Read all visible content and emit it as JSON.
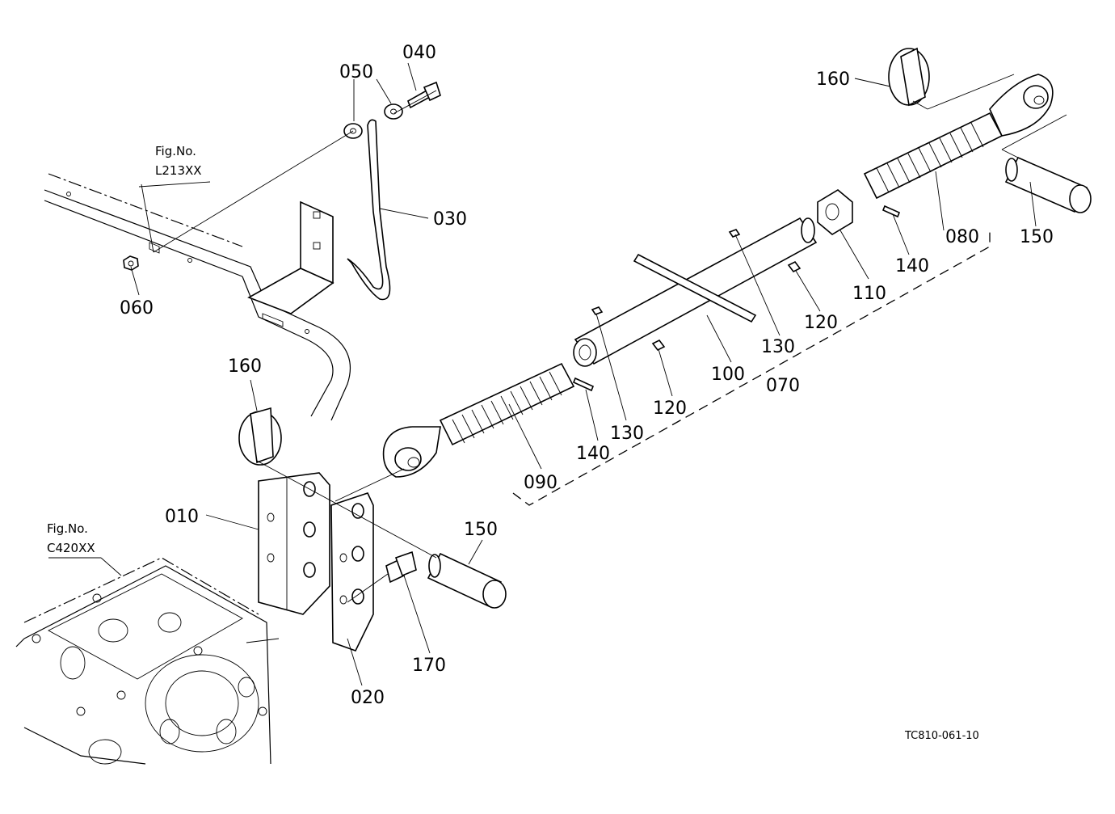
{
  "drawing_code": "TC810-061-10",
  "figure_refs": [
    {
      "id": "fig-l213",
      "line1": "Fig.No.",
      "line2": "L213XX"
    },
    {
      "id": "fig-c420",
      "line1": "Fig.No.",
      "line2": "C420XX"
    }
  ],
  "callouts": {
    "c010": "010",
    "c020": "020",
    "c030": "030",
    "c040": "040",
    "c050": "050",
    "c060": "060",
    "c070": "070",
    "c080": "080",
    "c090": "090",
    "c100": "100",
    "c110": "110",
    "c120a": "120",
    "c120b": "120",
    "c130a": "130",
    "c130b": "130",
    "c140a": "140",
    "c140b": "140",
    "c150a": "150",
    "c150b": "150",
    "c160a": "160",
    "c160b": "160",
    "c170": "170"
  }
}
